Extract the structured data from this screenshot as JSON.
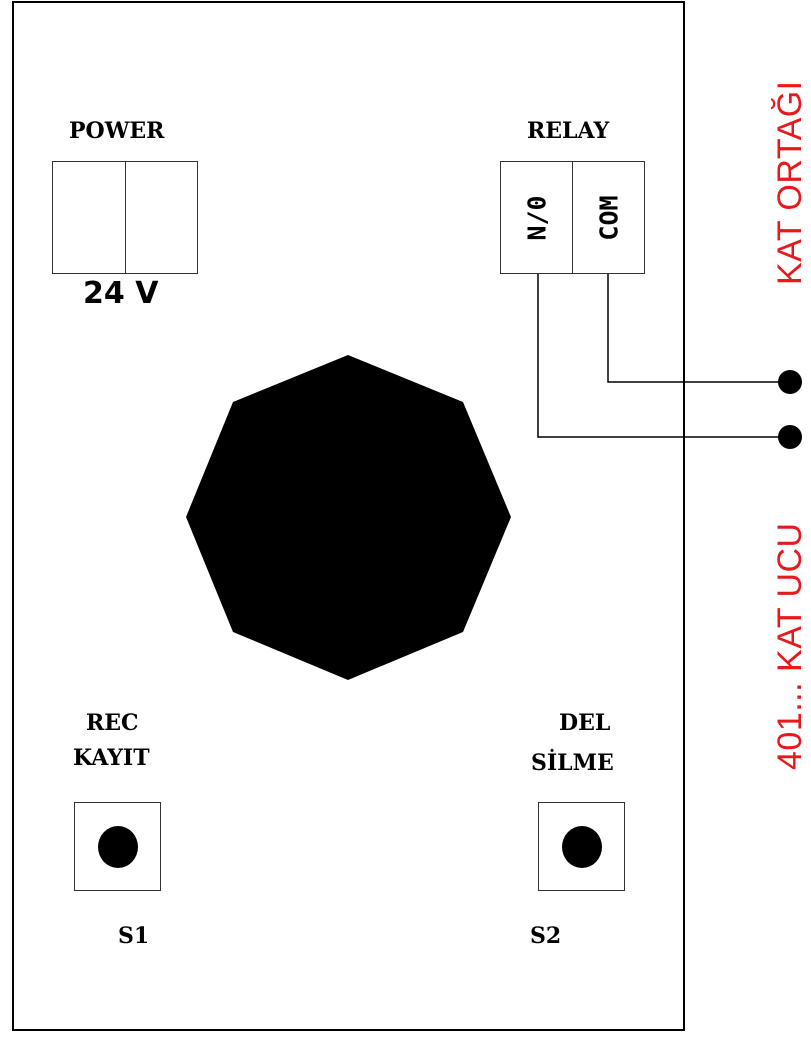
{
  "power": {
    "label": "POWER",
    "voltage": "24 V"
  },
  "relay": {
    "label": "RELAY",
    "terminals": [
      "N/0",
      "COM"
    ]
  },
  "buttons": {
    "rec": {
      "line1": "REC",
      "line2": "KAYIT",
      "id": "S1"
    },
    "del": {
      "line1": "DEL",
      "line2": "SİLME",
      "id": "S2"
    }
  },
  "side_labels": {
    "top": "KAT ORTAĞI",
    "bottom": "401... KAT UCU"
  },
  "colors": {
    "outline": "#000000",
    "side_label": "#e8191c"
  }
}
